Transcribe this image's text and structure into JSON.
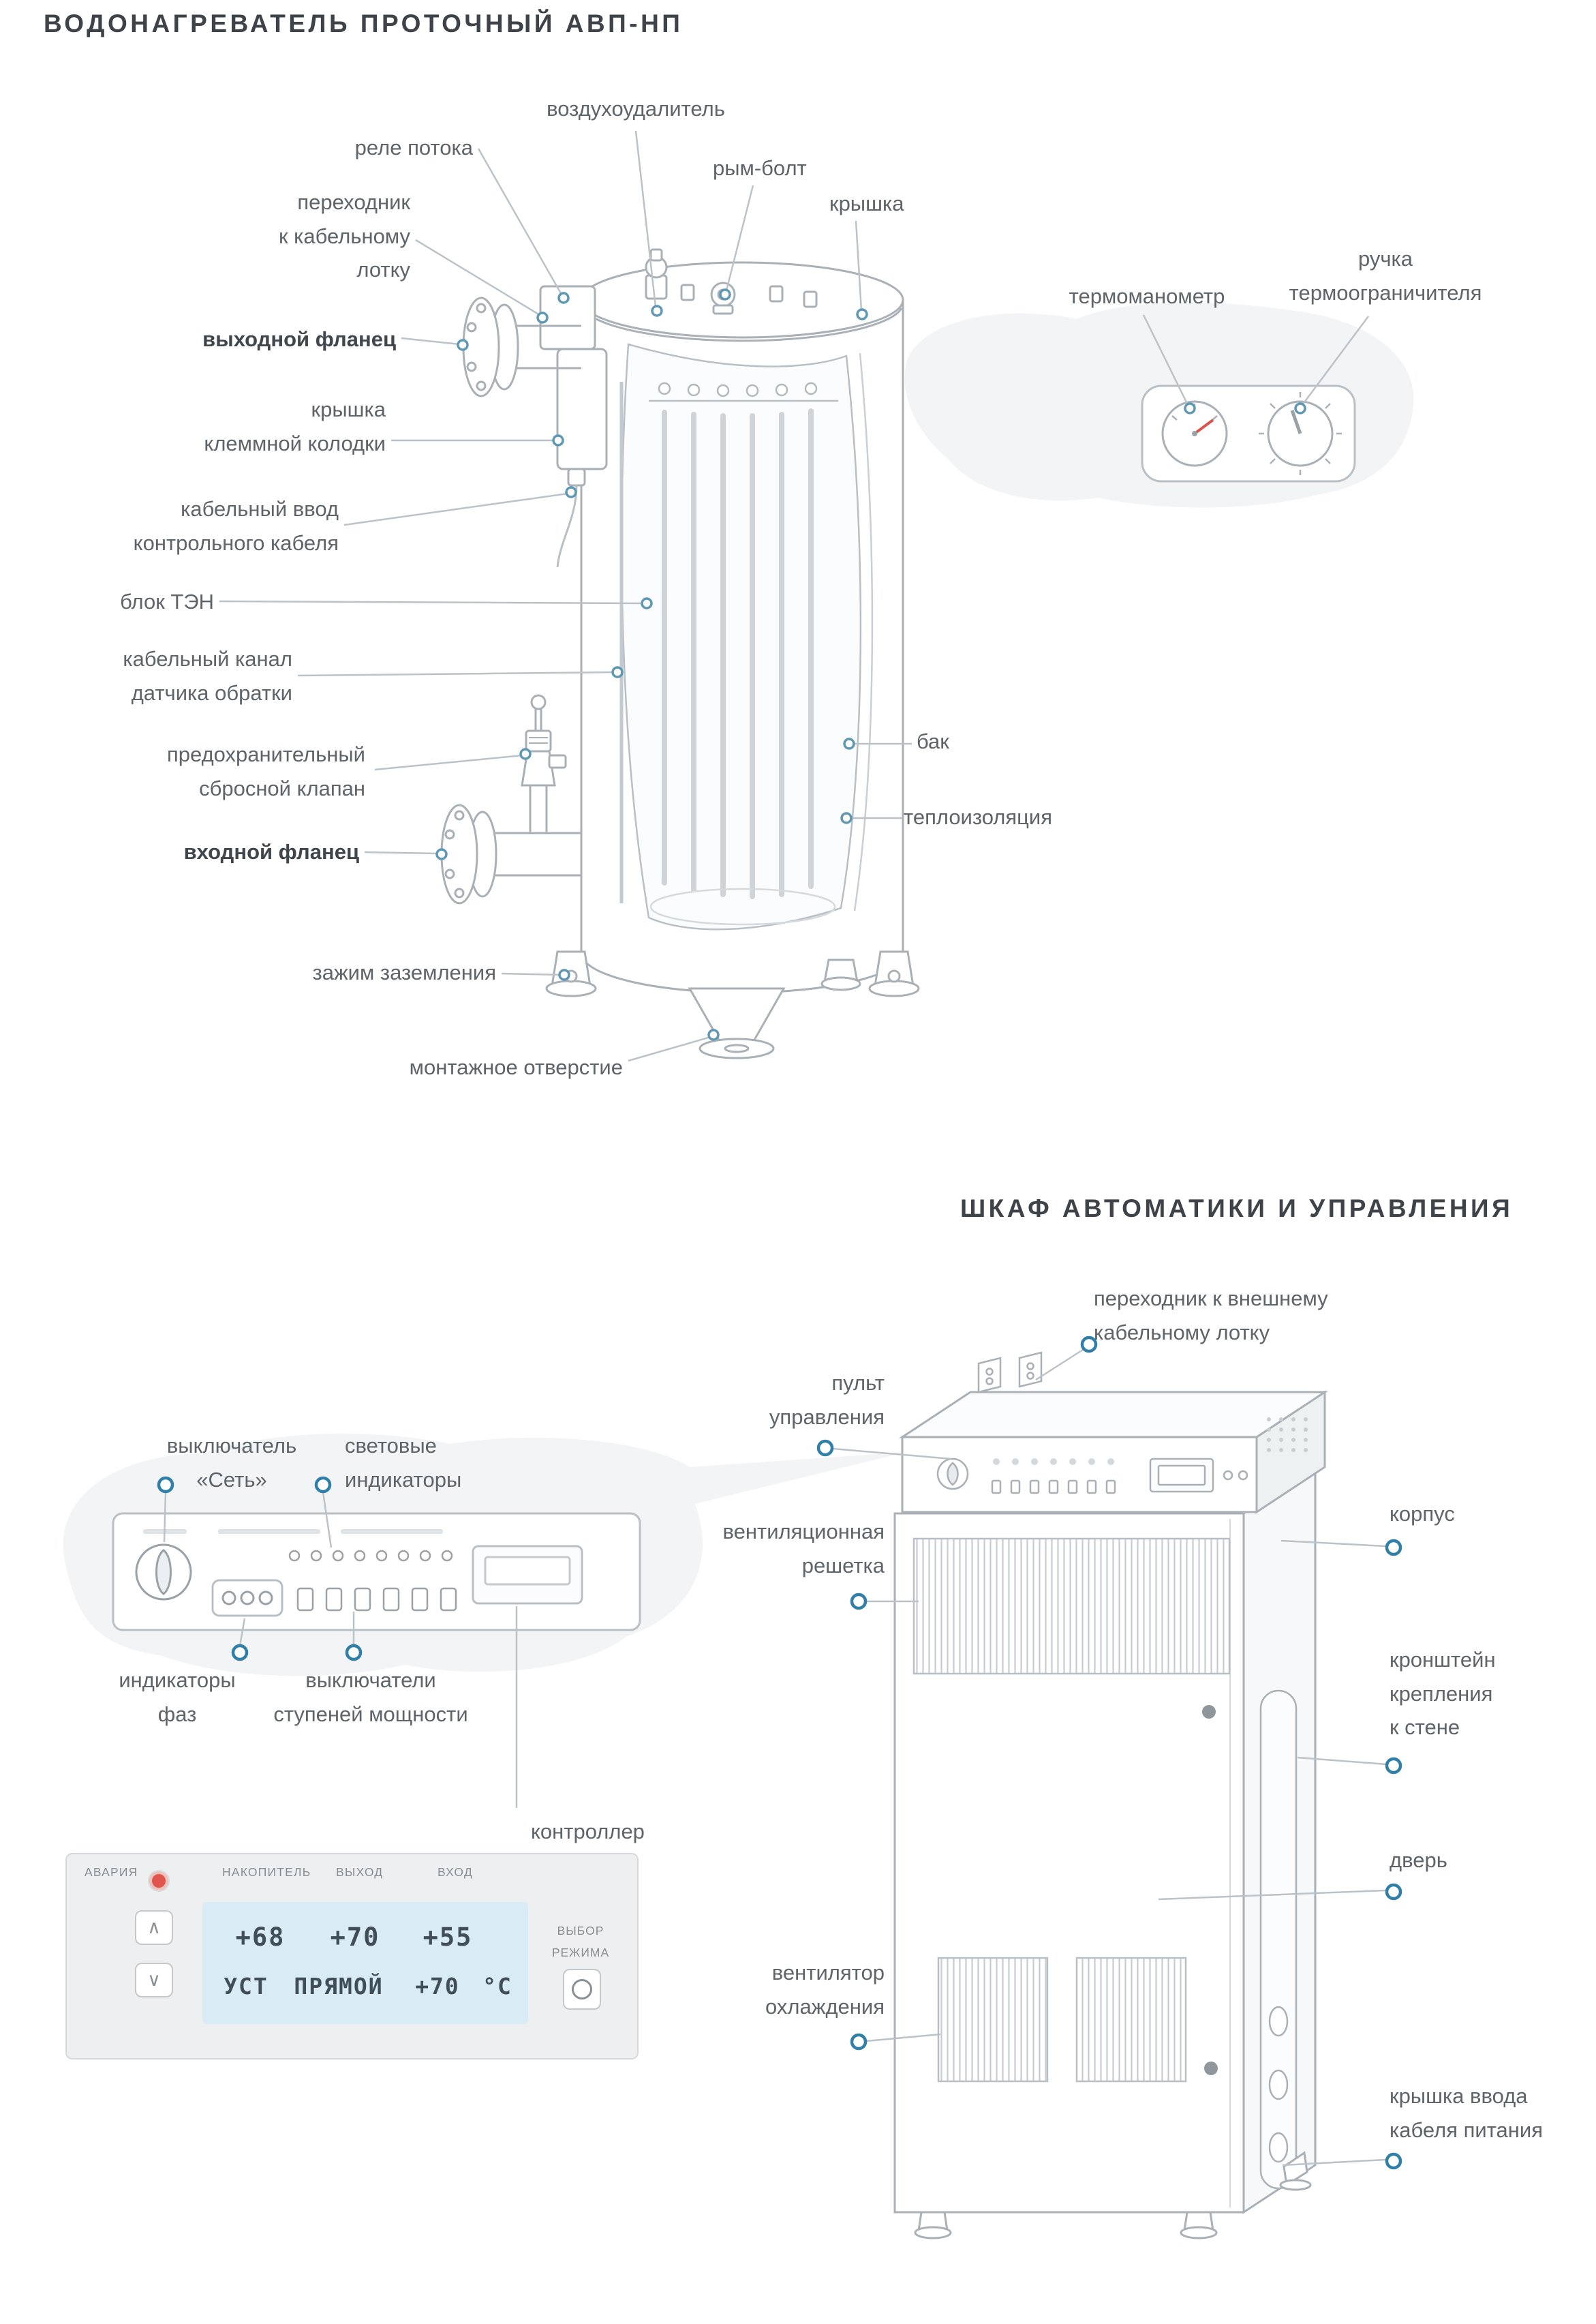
{
  "titles": {
    "heater": "ВОДОНАГРЕВАТЕЛЬ ПРОТОЧНЫЙ АВП-НП",
    "cabinet": "ШКАФ АВТОМАТИКИ И УПРАВЛЕНИЯ"
  },
  "heater": {
    "labels": {
      "air_vent": "воздухоудалитель",
      "flow_relay": "реле потока",
      "cable_tray_adapter": "переходник\nк кабельному\nлотку",
      "outlet_flange": "выходной фланец",
      "terminal_cover": "крышка\nклеммной колодки",
      "control_cable_entry": "кабельный ввод\nконтрольного кабеля",
      "heating_block": "блок ТЭН",
      "return_sensor_channel": "кабельный канал\nдатчика обратки",
      "safety_valve": "предохранительный\nсбросной клапан",
      "inlet_flange": "входной фланец",
      "ground_clamp": "зажим заземления",
      "mounting_hole": "монтажное отверстие",
      "eye_bolt": "рым-болт",
      "lid": "крышка",
      "thermomanometer": "термоманометр",
      "limiter_handle": "ручка\nтермоограничителя",
      "tank": "бак",
      "insulation": "теплоизоляция"
    }
  },
  "cabinet": {
    "labels": {
      "external_tray_adapter": "переходник к внешнему\nкабельному лотку",
      "control_panel": "пульт\nуправления",
      "vent_grille": "вентиляционная\nрешетка",
      "body": "корпус",
      "wall_bracket": "кронштейн\nкрепления\nк стене",
      "door": "дверь",
      "cooling_fan": "вентилятор\nохлаждения",
      "power_cable_cover": "крышка ввода\nкабеля питания"
    },
    "panel_detail": {
      "power_switch": "выключатель\n«Сеть»",
      "light_indicators": "световые\nиндикаторы",
      "phase_indicators": "индикаторы\nфаз",
      "stage_switches": "выключатели\nступеней мощности",
      "controller": "контроллер"
    }
  },
  "controller": {
    "alarm_label": "АВАРИЯ",
    "headers": [
      "НАКОПИТЕЛЬ",
      "ВЫХОД",
      "ВХОД"
    ],
    "values": [
      "+68",
      "+70",
      "+55"
    ],
    "bottom": [
      "УСТ",
      "ПРЯМОЙ",
      "+70",
      "°С"
    ],
    "mode_label": "ВЫБОР\nРЕЖИМА",
    "icons": {
      "up": "∧",
      "down": "∨"
    },
    "colors": {
      "alarm_led": "#e0564d",
      "lcd_bg": "#d9ebf5",
      "accent_dot": "#2f7fa8",
      "leader_line": "#bcc3c8"
    }
  }
}
